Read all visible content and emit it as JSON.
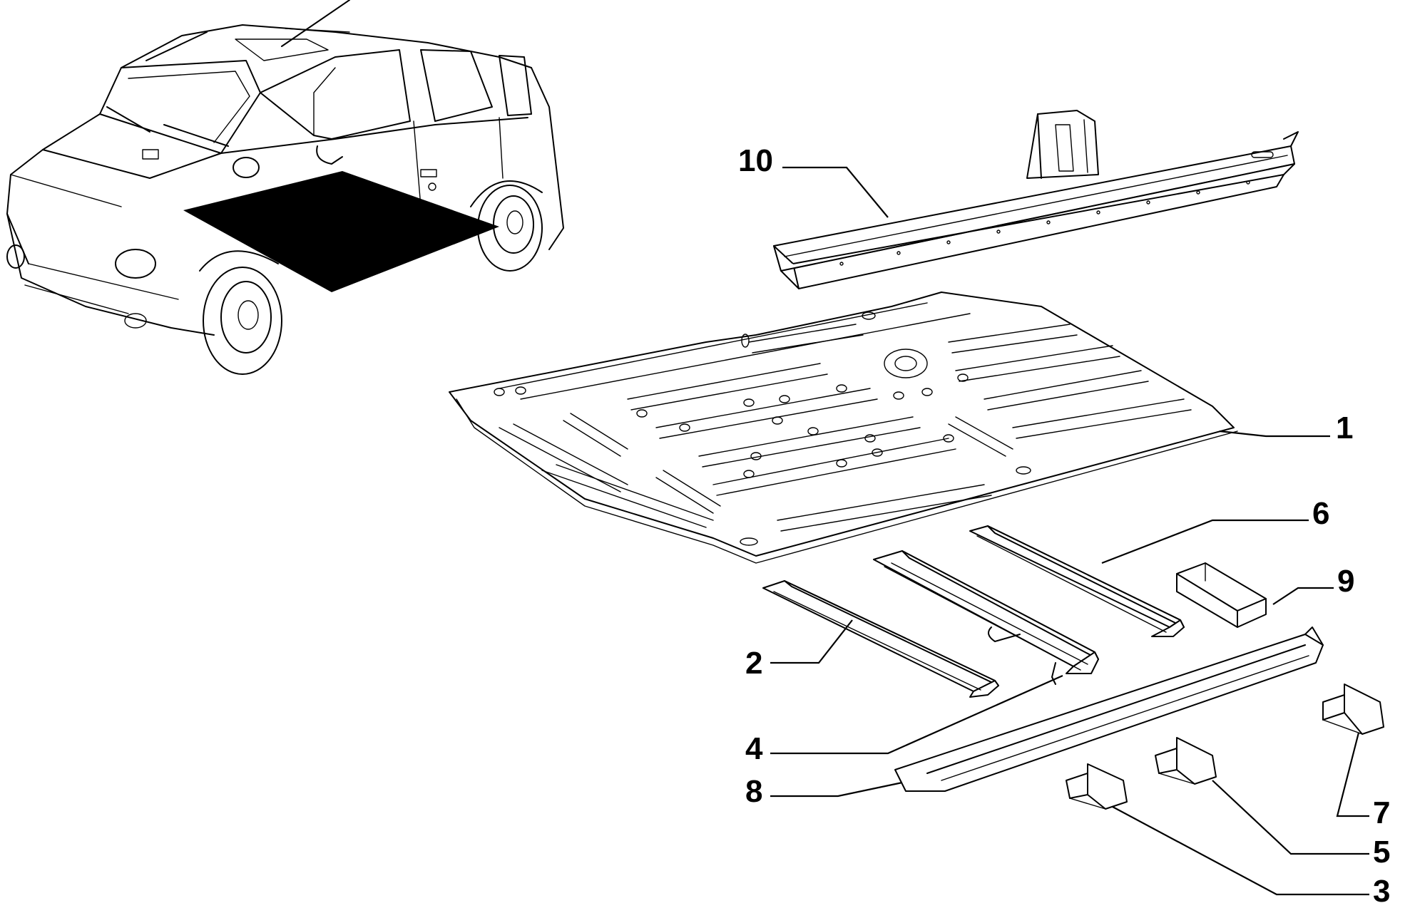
{
  "callouts": [
    {
      "id": "1",
      "label": "1"
    },
    {
      "id": "2",
      "label": "2"
    },
    {
      "id": "3",
      "label": "3"
    },
    {
      "id": "4",
      "label": "4"
    },
    {
      "id": "5",
      "label": "5"
    },
    {
      "id": "6",
      "label": "6"
    },
    {
      "id": "7",
      "label": "7"
    },
    {
      "id": "8",
      "label": "8"
    },
    {
      "id": "9",
      "label": "9"
    },
    {
      "id": "10",
      "label": "10"
    }
  ],
  "highlight_color": "#000000"
}
